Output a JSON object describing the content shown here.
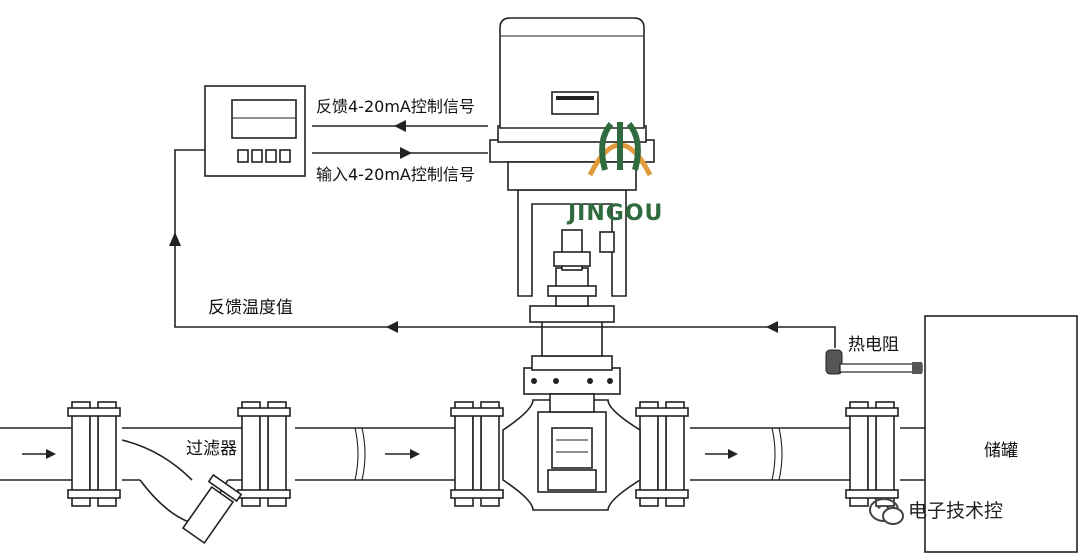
{
  "labels": {
    "feedback_signal": "反馈4-20mA控制信号",
    "input_signal": "输入4-20mA控制信号",
    "feedback_temperature": "反馈温度值",
    "thermal_resistor": "热电阻",
    "filter": "过滤器",
    "storage_tank": "储罐"
  },
  "logo": {
    "text": "JINGOU"
  },
  "watermark": {
    "text": "电子技术控"
  },
  "colors": {
    "line": "#222222",
    "logo_green": "#2f6b3f",
    "logo_orange": "#e39a3a",
    "sensor": "#555555"
  }
}
